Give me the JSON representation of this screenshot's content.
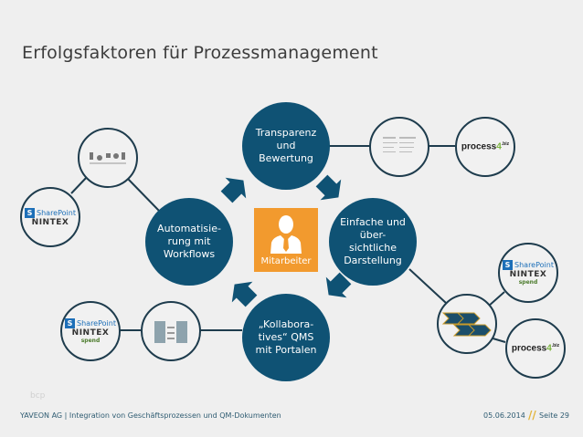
{
  "title": "Erfolgsfaktoren für Prozessmanagement",
  "center": {
    "label": "Mitarbeiter",
    "icon": "person-icon"
  },
  "factors": [
    {
      "label_lines": [
        "Transparenz",
        "und",
        "Bewertung"
      ]
    },
    {
      "label_lines": [
        "Einfache und",
        "über-",
        "sichtliche",
        "Darstellung"
      ]
    },
    {
      "label_lines": [
        "„Kollabora-",
        "tives“ QMS",
        "mit Portalen"
      ]
    },
    {
      "label_lines": [
        "Automatisie-",
        "rung mit",
        "Workflows"
      ]
    }
  ],
  "logos": {
    "process4": "process",
    "process4_suffix": "4",
    "process4_biz": ".biz",
    "sharepoint_s": "S",
    "sharepoint": "SharePoint",
    "nintex": "NINTEX",
    "spend": "spend"
  },
  "watermark": "bcp",
  "footer": {
    "left": "YAVEON AG | Integration von Geschäftsprozessen und QM-Dokumenten",
    "date": "05.06.2014",
    "page": "Seite 29"
  },
  "colors": {
    "circle": "#0f5274",
    "orange": "#f29a2e",
    "stroke": "#1e3c4d"
  }
}
